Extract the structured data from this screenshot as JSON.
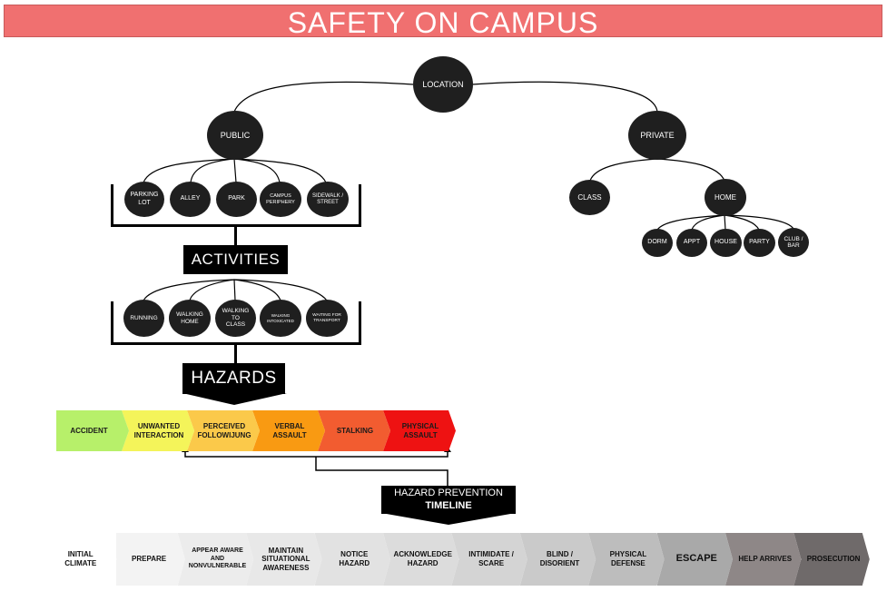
{
  "title": "SAFETY ON CAMPUS",
  "nodes": {
    "location": "LOCATION",
    "public": "PUBLIC",
    "private": "PRIVATE",
    "parking_lot": "PARKING LOT",
    "alley": "ALLEY",
    "park": "PARK",
    "campus_periphery": "CAMPUS PERIPHERY",
    "sidewalk_street": "SIDEWALK / STREET",
    "class": "CLASS",
    "home": "HOME",
    "dorm": "DORM",
    "appt": "APPT",
    "house": "HOUSE",
    "party": "PARTY",
    "club_bar": "CLUB / BAR",
    "running": "RUNNING",
    "walking_home": "WALKING HOME",
    "walking_to_class": "WALKING TO CLASS",
    "walking_intoxicated": "WALKING INTOXICATED",
    "waiting_for_transport": "WAITING FOR TRANSPORT"
  },
  "labels": {
    "activities": "ACTIVITIES",
    "hazards": "HAZARDS",
    "prevention_line1": "HAZARD PREVENTION",
    "prevention_line2": "TIMELINE"
  },
  "hazard_scale": [
    {
      "label": "ACCIDENT",
      "color": "#b7f06a"
    },
    {
      "label": "UNWANTED INTERACTION",
      "color": "#f4f45a"
    },
    {
      "label": "PERCEIVED FOLLOWIJUNG",
      "color": "#fbc94a"
    },
    {
      "label": "VERBAL ASSAULT",
      "color": "#f99a12"
    },
    {
      "label": "STALKING",
      "color": "#f25c30"
    },
    {
      "label": "PHYSICAL ASSAULT",
      "color": "#ee1212"
    }
  ],
  "timeline": [
    {
      "label": "INITIAL CLIMATE",
      "color": "#ffffff"
    },
    {
      "label": "PREPARE",
      "color": "#f3f3f3"
    },
    {
      "label": "APPEAR AWARE AND NONVULNERABLE",
      "color": "#ececec"
    },
    {
      "label": "MAINTAIN SITUATIONAL AWARENESS",
      "color": "#e8e8e8"
    },
    {
      "label": "NOTICE HAZARD",
      "color": "#e2e2e2"
    },
    {
      "label": "ACKNOWLEDGE HAZARD",
      "color": "#dcdcdc"
    },
    {
      "label": "INTIMIDATE / SCARE",
      "color": "#d4d4d4"
    },
    {
      "label": "BLIND / DISORIENT",
      "color": "#cacaca"
    },
    {
      "label": "PHYSICAL DEFENSE",
      "color": "#bdbdbd"
    },
    {
      "label": "ESCAPE",
      "color": "#a9a9a9"
    },
    {
      "label": "HELP ARRIVES",
      "color": "#8e8787"
    },
    {
      "label": "PROSECUTION",
      "color": "#6f6a6a"
    }
  ]
}
